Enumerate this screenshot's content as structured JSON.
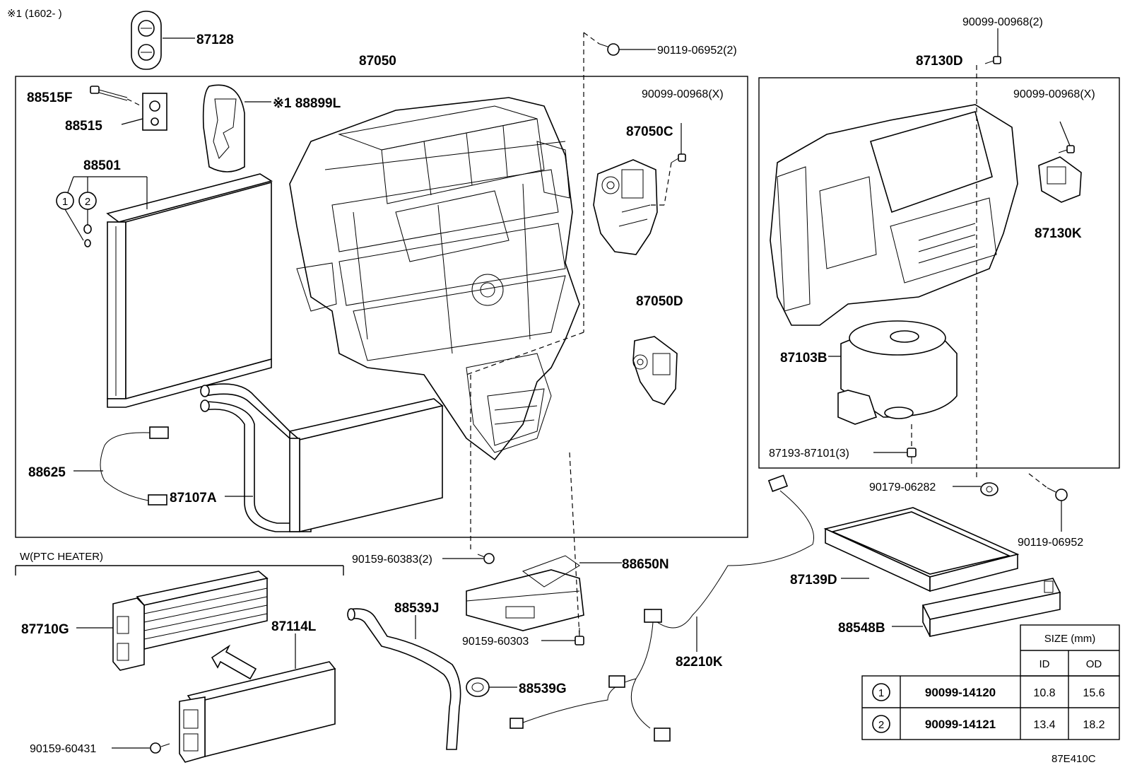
{
  "header_note": "※1 (1602-     )",
  "ptc_group_label": "W(PTC HEATER)",
  "diagram_code": "87E410C",
  "callouts": {
    "p87128": "87128",
    "p87050": "87050",
    "p90119_06952_2": "90119-06952(2)",
    "p90099_00968_2": "90099-00968(2)",
    "p87130D": "87130D",
    "p88515F": "88515F",
    "p88515": "88515",
    "p88899L": "※1 88899L",
    "p88501": "88501",
    "p90099_00968_X_left": "90099-00968(X)",
    "p87050C": "87050C",
    "p90099_00968_X_right": "90099-00968(X)",
    "p87130K": "87130K",
    "p87050D": "87050D",
    "p87103B": "87103B",
    "p87193_87101_3": "87193-87101(3)",
    "p88625": "88625",
    "p87107A": "87107A",
    "p90179_06282": "90179-06282",
    "p90119_06952": "90119-06952",
    "p90159_60383_2": "90159-60383(2)",
    "p88650N": "88650N",
    "p87139D": "87139D",
    "p87710G": "87710G",
    "p87114L": "87114L",
    "p88539J": "88539J",
    "p90159_60303": "90159-60303",
    "p88548B": "88548B",
    "p82210K": "82210K",
    "p88539G": "88539G",
    "p90159_60431": "90159-60431"
  },
  "circle_markers": [
    "1",
    "2"
  ],
  "size_table": {
    "title": "SIZE (mm)",
    "col_id": "ID",
    "col_od": "OD",
    "rows": [
      {
        "marker": "1",
        "part_no": "90099-14120",
        "id": "10.8",
        "od": "15.6"
      },
      {
        "marker": "2",
        "part_no": "90099-14121",
        "id": "13.4",
        "od": "18.2"
      }
    ]
  }
}
